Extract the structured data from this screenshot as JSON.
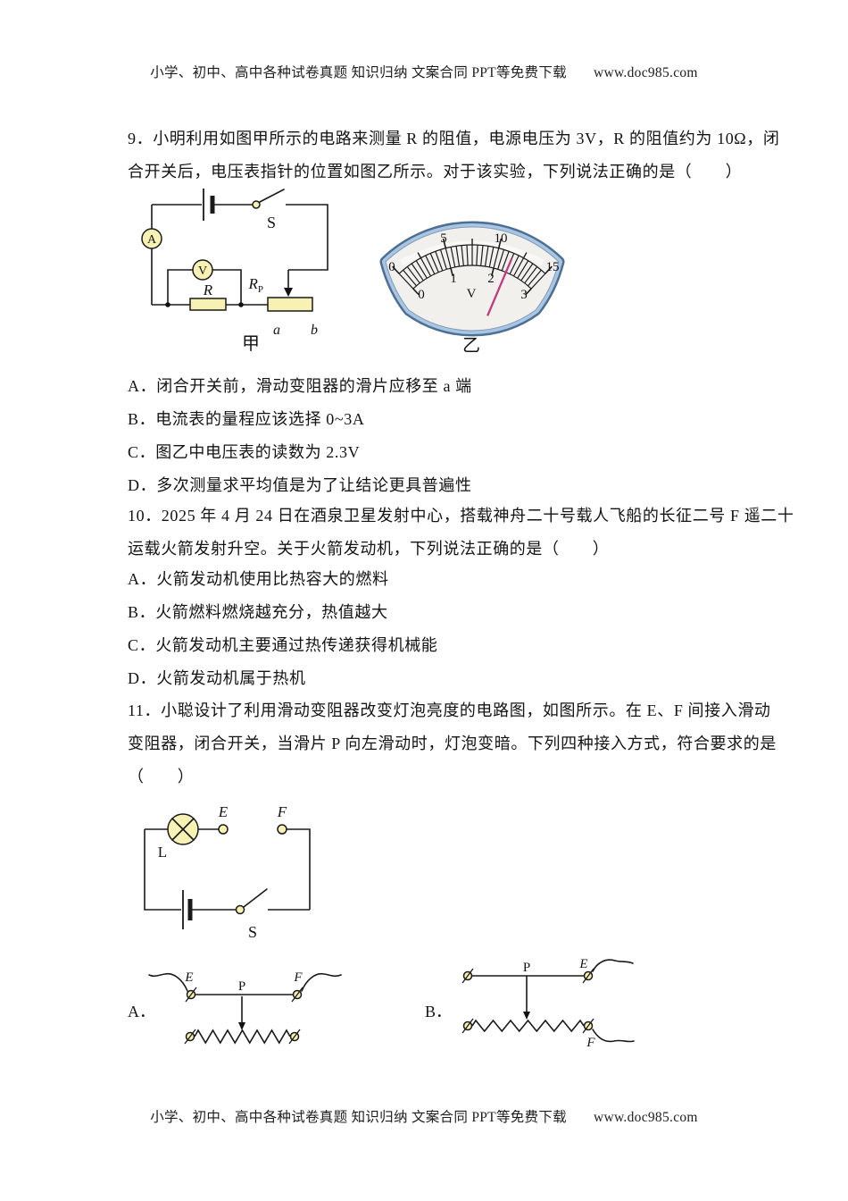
{
  "header": {
    "promo": "小学、初中、高中各种试卷真题 知识归纳 文案合同 PPT等免费下载",
    "site": "www.doc985.com"
  },
  "footer": {
    "promo": "小学、初中、高中各种试卷真题 知识归纳 文案合同 PPT等免费下载",
    "site": "www.doc985.com"
  },
  "questions": [
    {
      "number": "9",
      "stem_lines": [
        "9．小明利用如图甲所示的电路来测量 R 的阻值，电源电压为 3V，R 的阻值约为 10Ω，闭",
        "合开关后，电压表指针的位置如图乙所示。对于该实验，下列说法正确的是（　　）"
      ],
      "options": [
        "A．闭合开关前，滑动变阻器的滑片应移至 a 端",
        "B．电流表的量程应该选择 0~3A",
        "C．图乙中电压表的读数为 2.3V",
        "D．多次测量求平均值是为了让结论更具普遍性"
      ]
    },
    {
      "number": "10",
      "stem_lines": [
        "10．2025 年 4 月 24 日在酒泉卫星发射中心，搭载神舟二十号载人飞船的长征二号 F 遥二十",
        "运载火箭发射升空。关于火箭发动机，下列说法正确的是（　　）"
      ],
      "options": [
        "A．火箭发动机使用比热容大的燃料",
        "B．火箭燃料燃烧越充分，热值越大",
        "C．火箭发动机主要通过热传递获得机械能",
        "D．火箭发动机属于热机"
      ]
    },
    {
      "number": "11",
      "stem_lines": [
        "11．小聪设计了利用滑动变阻器改变灯泡亮度的电路图，如图所示。在 E、F 间接入滑动",
        "变阻器，闭合开关，当滑片 P 向左滑动时，灯泡变暗。下列四种接入方式，符合要求的是",
        "（　　）"
      ],
      "fig_option_labels": {
        "A": "A．",
        "B": "B．"
      }
    }
  ],
  "figures": {
    "circuit_jia": {
      "ammeter": "A",
      "voltmeter": "V",
      "resistor_label": "R",
      "rheostat_label": "R",
      "rheostat_sub": "P",
      "switch_label": "S",
      "terminal_a": "a",
      "terminal_b": "b",
      "caption": "甲"
    },
    "meter_yi": {
      "outer_scale": [
        "0",
        "5",
        "10",
        "15"
      ],
      "inner_scale": [
        "0",
        "1",
        "2",
        "3"
      ],
      "unit": "V",
      "caption": "乙",
      "needle_value": "2.3",
      "scale_max": "3",
      "outer_scale_max": "15",
      "rim_color": "#a9c5e1",
      "needle_color": "#c13a80"
    },
    "circuit_q11": {
      "lamp_label": "L",
      "terminal_e": "E",
      "terminal_f": "F",
      "switch_label": "S"
    },
    "option_a_fig": {
      "terminal_e": "E",
      "terminal_f": "F",
      "slider_label": "P"
    },
    "option_b_fig": {
      "terminal_e": "E",
      "terminal_f": "F",
      "slider_label": "P"
    }
  }
}
